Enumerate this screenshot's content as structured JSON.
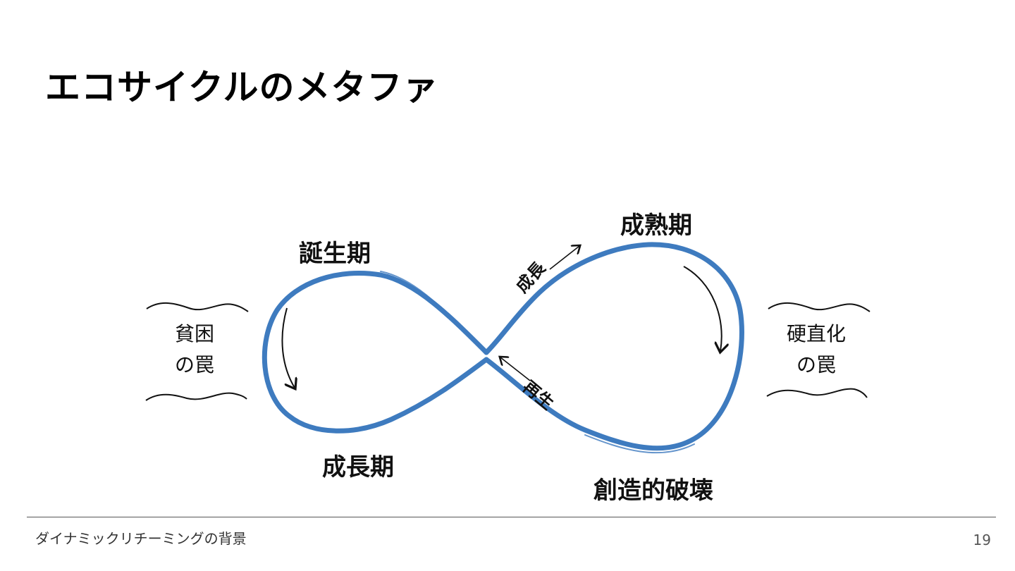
{
  "slide": {
    "title": "エコサイクルのメタファ",
    "footer": "ダイナミックリチーミングの背景",
    "page_number": "19"
  },
  "diagram": {
    "colors": {
      "loop": "#3e7bbf",
      "ink": "#111111"
    },
    "stages": {
      "birth": "誕生期",
      "growth": "成長期",
      "maturity": "成熟期",
      "creative_destruction": "創造的破壊"
    },
    "flows": {
      "growth": "成長",
      "renewal": "再生"
    },
    "traps": {
      "poverty_line1": "貧困",
      "poverty_line2": "の罠",
      "rigidity_line1": "硬直化",
      "rigidity_line2": "の罠"
    }
  }
}
